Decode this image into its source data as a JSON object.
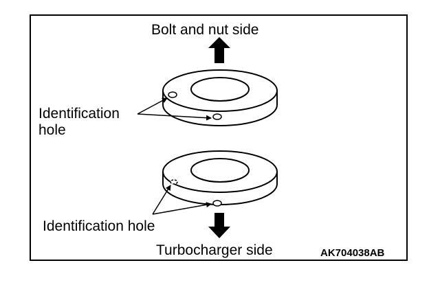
{
  "labels": {
    "top": "Bolt and nut side",
    "bottom": "Turbocharger side",
    "id_hole_upper_line1": "Identification",
    "id_hole_upper_line2": "hole",
    "id_hole_lower": "Identification hole",
    "figure_code": "AK704038AB"
  }
}
